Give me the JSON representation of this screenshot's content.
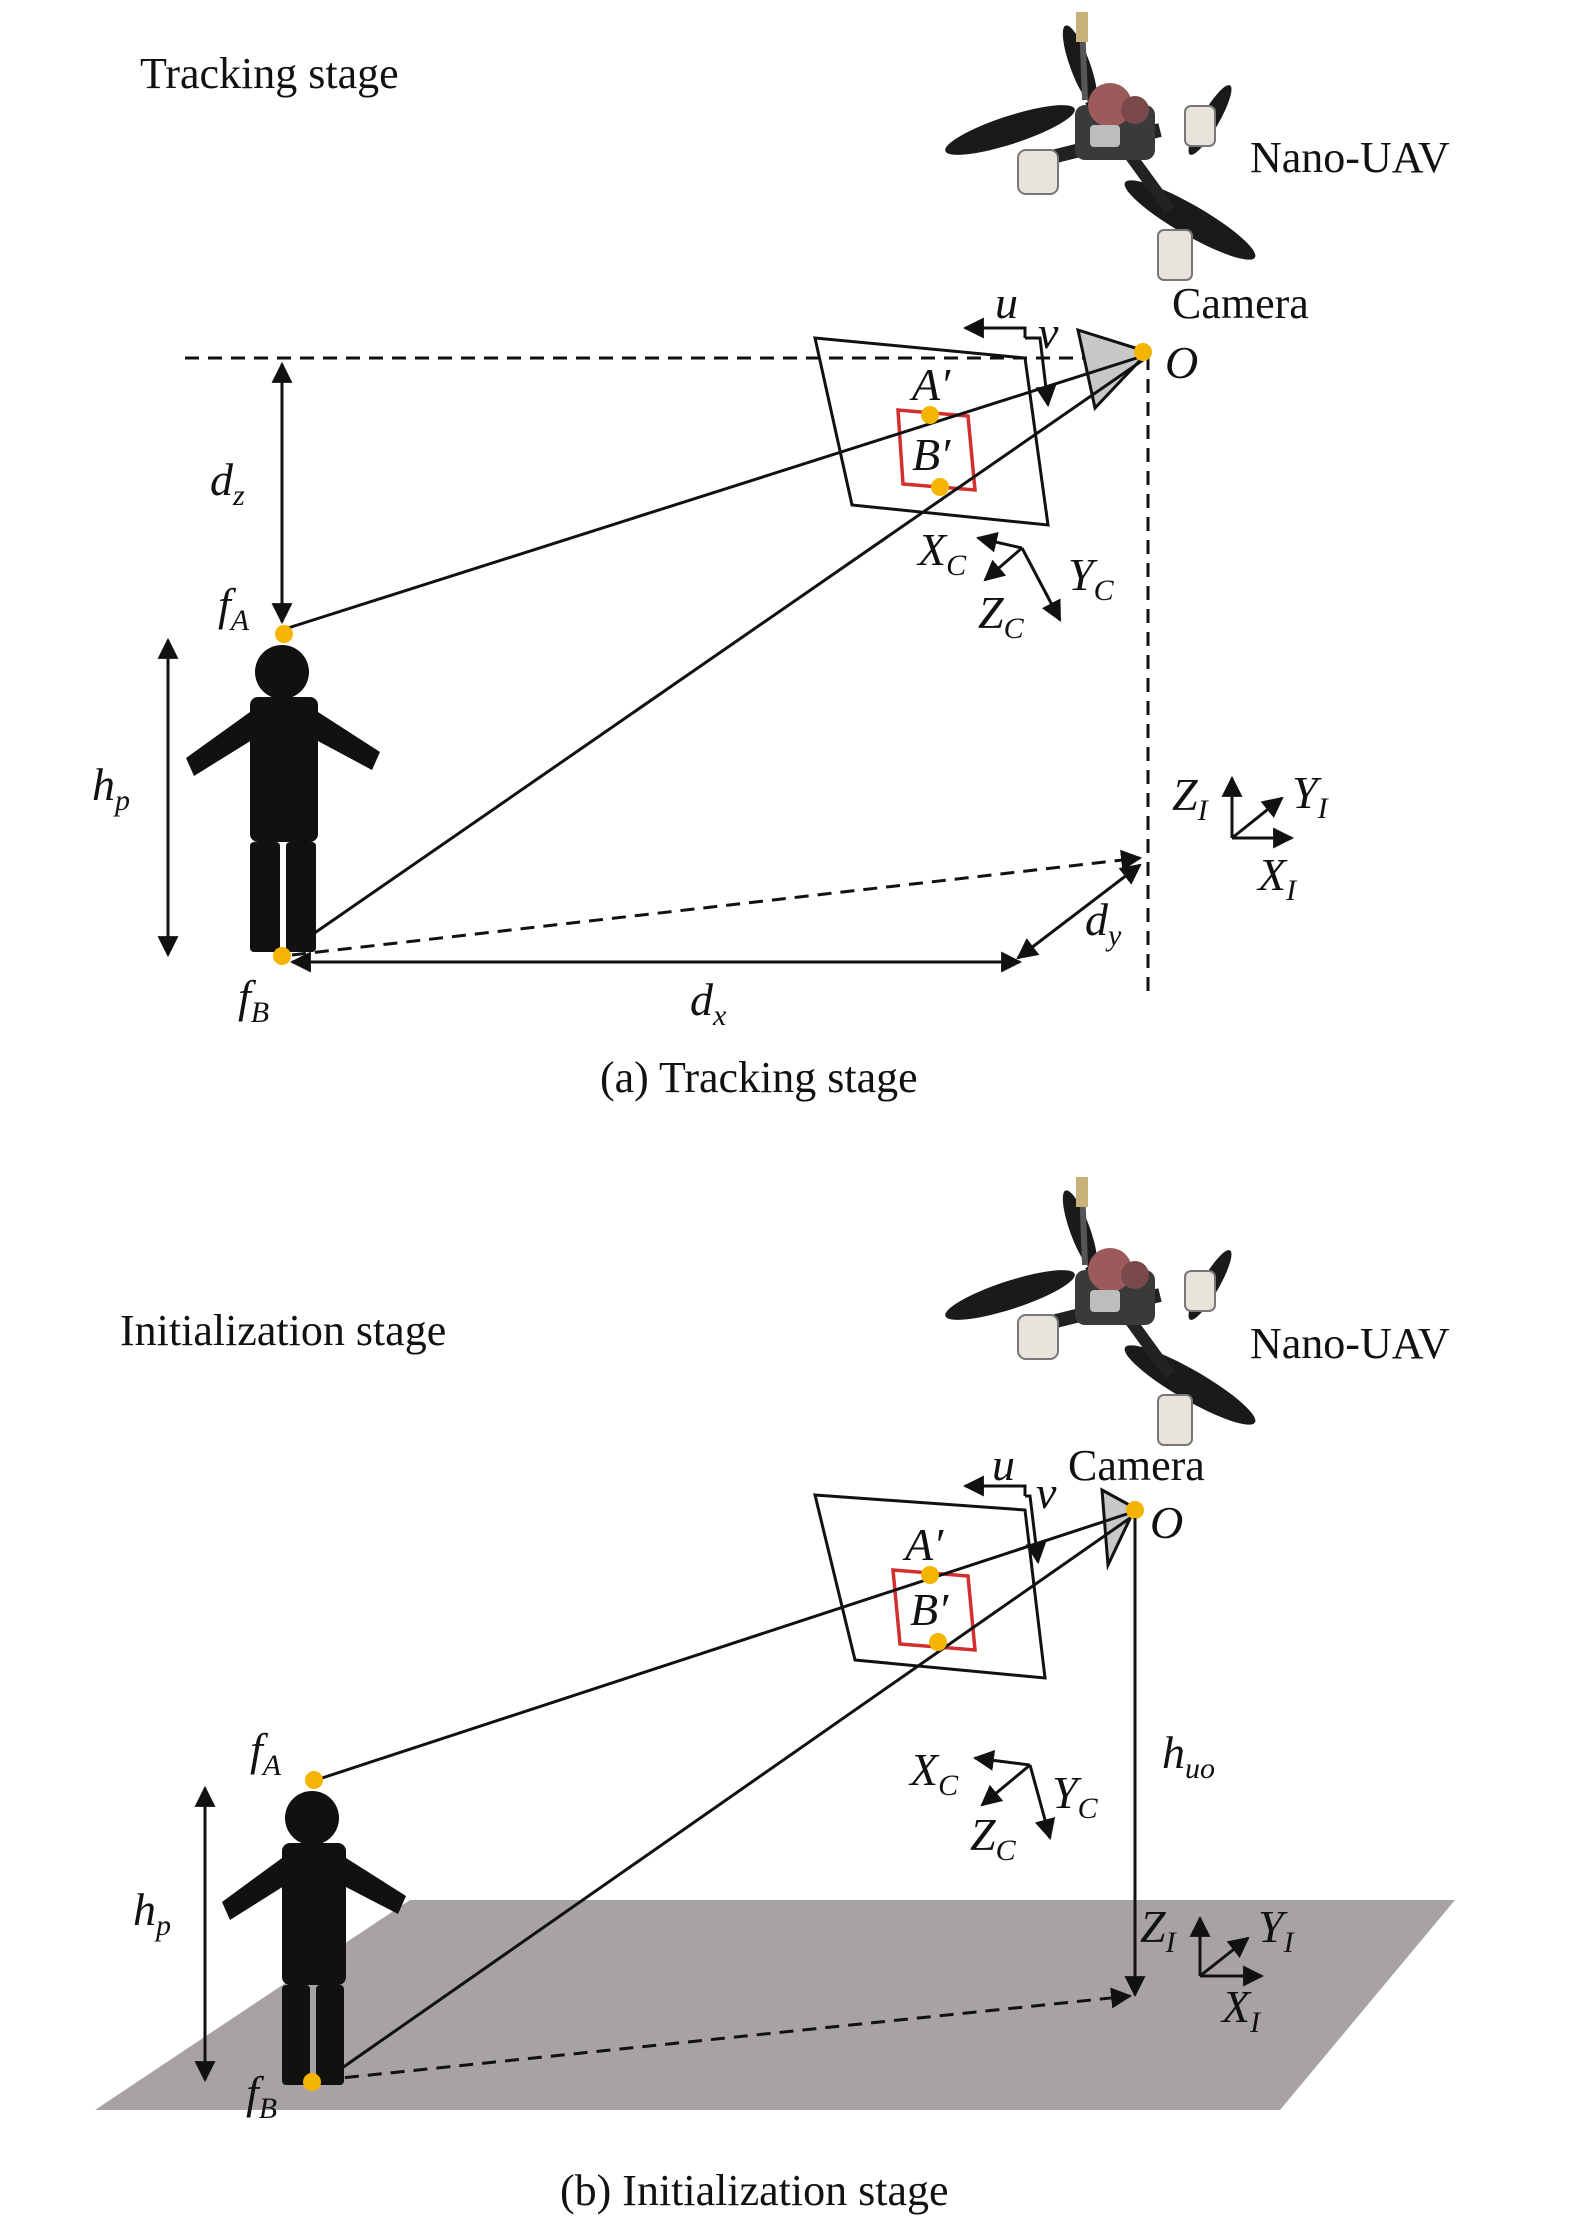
{
  "panel_a": {
    "stage_title": "Tracking stage",
    "caption": "(a) Tracking stage",
    "uav_label": "Nano-UAV",
    "camera_label": "Camera",
    "origin": "O",
    "image_u": "u",
    "image_v": "v",
    "point_a_prime": "A′",
    "point_b_prime": "B′",
    "cam_axes": {
      "x": "X",
      "x_sub": "C",
      "y": "Y",
      "y_sub": "C",
      "z": "Z",
      "z_sub": "C"
    },
    "inertial_axes": {
      "x": "X",
      "x_sub": "I",
      "y": "Y",
      "y_sub": "I",
      "z": "Z",
      "z_sub": "I"
    },
    "fA": "f",
    "fA_sub": "A",
    "fB": "f",
    "fB_sub": "B",
    "hp": "h",
    "hp_sub": "p",
    "dz": "d",
    "dz_sub": "z",
    "dx": "d",
    "dx_sub": "x",
    "dy": "d",
    "dy_sub": "y"
  },
  "panel_b": {
    "stage_title": "Initialization stage",
    "caption": "(b) Initialization stage",
    "uav_label": "Nano-UAV",
    "camera_label": "Camera",
    "origin": "O",
    "image_u": "u",
    "image_v": "v",
    "point_a_prime": "A′",
    "point_b_prime": "B′",
    "cam_axes": {
      "x": "X",
      "x_sub": "C",
      "y": "Y",
      "y_sub": "C",
      "z": "Z",
      "z_sub": "C"
    },
    "inertial_axes": {
      "x": "X",
      "x_sub": "I",
      "y": "Y",
      "y_sub": "I",
      "z": "Z",
      "z_sub": "I"
    },
    "fA": "f",
    "fA_sub": "A",
    "fB": "f",
    "fB_sub": "B",
    "hp": "h",
    "hp_sub": "p",
    "huo": "h",
    "huo_sub": "uo"
  },
  "colors": {
    "keypoint": "#f4b400",
    "bbox": "#d32f2f",
    "ground": "#a7a3a3",
    "ink": "#111111"
  }
}
